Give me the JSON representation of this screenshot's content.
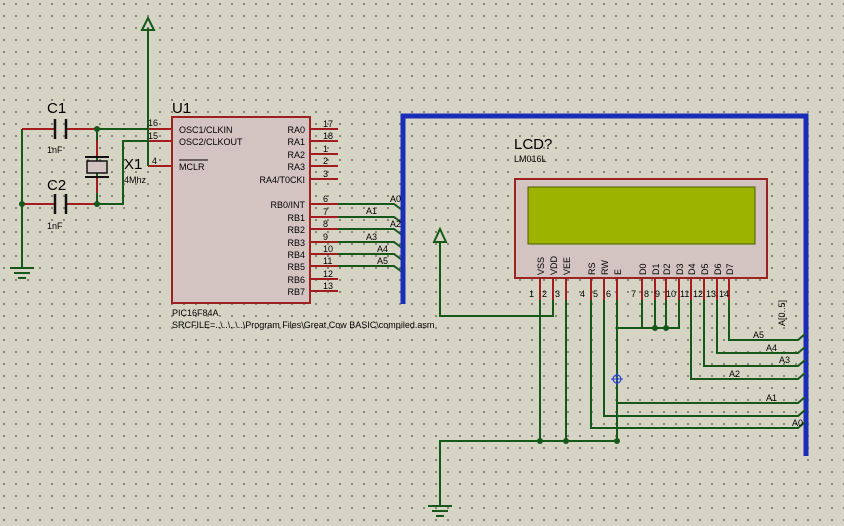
{
  "mcu": {
    "ref": "U1",
    "part": "PIC16F84A",
    "srcfile": "SRCFILE=..\\..\\..\\..\\Program Files\\Great Cow BASIC\\compiled.asm",
    "left_pins": [
      {
        "num": "16",
        "label": "OSC1/CLKIN"
      },
      {
        "num": "15",
        "label": "OSC2/CLKOUT"
      },
      {
        "num": "4",
        "label": "MCLR"
      }
    ],
    "right_pins": [
      {
        "num": "17",
        "label": "RA0"
      },
      {
        "num": "18",
        "label": "RA1"
      },
      {
        "num": "1",
        "label": "RA2"
      },
      {
        "num": "2",
        "label": "RA3"
      },
      {
        "num": "3",
        "label": "RA4/T0CKI"
      },
      {
        "num": "6",
        "label": "RB0/INT"
      },
      {
        "num": "7",
        "label": "RB1"
      },
      {
        "num": "8",
        "label": "RB2"
      },
      {
        "num": "9",
        "label": "RB3"
      },
      {
        "num": "10",
        "label": "RB4"
      },
      {
        "num": "11",
        "label": "RB5"
      },
      {
        "num": "12",
        "label": "RB6"
      },
      {
        "num": "13",
        "label": "RB7"
      }
    ]
  },
  "caps": [
    {
      "ref": "C1",
      "value": "1nF"
    },
    {
      "ref": "C2",
      "value": "1nF"
    }
  ],
  "crystal": {
    "ref": "X1",
    "value": "4Mhz"
  },
  "lcd": {
    "ref": "LCD?",
    "part": "LM016L",
    "pins": [
      {
        "num": "1",
        "label": "VSS"
      },
      {
        "num": "2",
        "label": "VDD"
      },
      {
        "num": "3",
        "label": "VEE"
      },
      {
        "num": "4",
        "label": "RS"
      },
      {
        "num": "5",
        "label": "RW"
      },
      {
        "num": "6",
        "label": "E"
      },
      {
        "num": "7",
        "label": "D0"
      },
      {
        "num": "8",
        "label": "D1"
      },
      {
        "num": "9",
        "label": "D2"
      },
      {
        "num": "10",
        "label": "D3"
      },
      {
        "num": "11",
        "label": "D4"
      },
      {
        "num": "12",
        "label": "D5"
      },
      {
        "num": "13",
        "label": "D6"
      },
      {
        "num": "14",
        "label": "D7"
      }
    ],
    "screen_color": "#9cb400"
  },
  "net_labels": {
    "mcu_side": [
      "A0",
      "A1",
      "A2",
      "A3",
      "A4",
      "A5"
    ],
    "lcd_side": [
      "A5",
      "A4",
      "A3",
      "A2",
      "A1",
      "A0"
    ],
    "bus": "A[0..5]"
  },
  "colors": {
    "background": "#d6d5c5",
    "wire": "#15581a",
    "pin": "#a21d1d",
    "bus": "#1a2db8",
    "component_fill": "#d4c4c1"
  }
}
